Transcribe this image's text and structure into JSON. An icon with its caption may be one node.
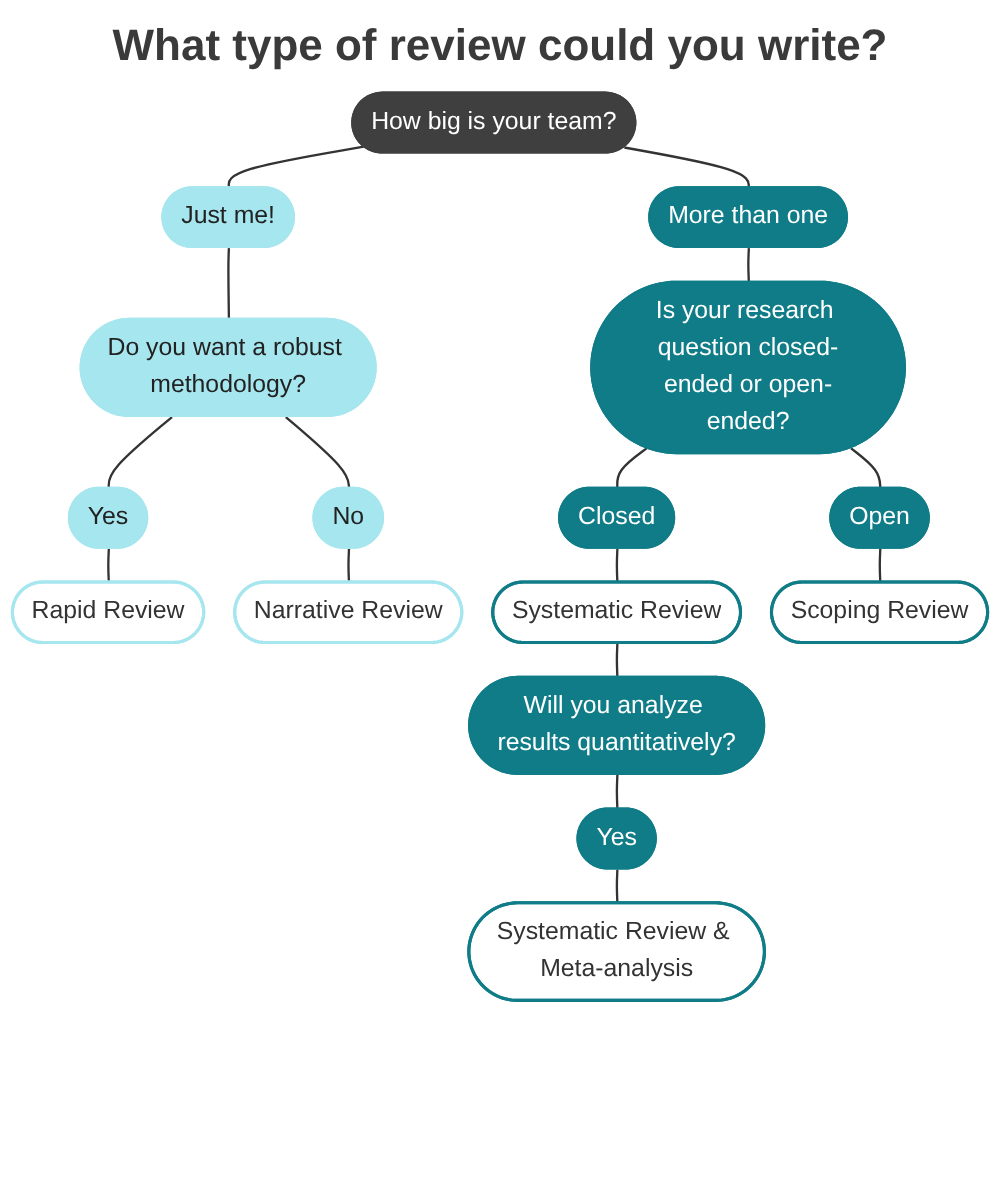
{
  "diagram": {
    "title": "What type of review could you write?",
    "nodes": [
      {
        "text": [
          "How big is your team?"
        ]
      },
      {
        "text": [
          "More than one"
        ]
      },
      {
        "text": [
          "Just me!"
        ]
      },
      {
        "text": [
          "Is your research question closed-ended or open-ended?"
        ]
      },
      {
        "text": [
          "Do you want a robust methodology?"
        ]
      },
      {
        "text": [
          "Closed"
        ]
      },
      {
        "text": [
          "Open"
        ]
      },
      {
        "text": [
          "Yes"
        ]
      },
      {
        "text": [
          "No"
        ]
      },
      {
        "text": [
          "Rapid Review"
        ]
      },
      {
        "text": [
          "Narrative Review"
        ]
      },
      {
        "text": [
          "Systematic Review"
        ]
      },
      {
        "text": [
          "Scoping Review"
        ]
      },
      {
        "text": [
          "Will you analyze results quantitatively?"
        ]
      },
      {
        "text": [
          "Yes"
        ]
      },
      {
        "text": [
          "Systematic Review & Meta-analysis"
        ]
      }
    ],
    "edges": [
      {
        "from": 0,
        "to": 1,
        "arrow": "none"
      },
      {
        "from": 0,
        "to": 2,
        "arrow": "none"
      },
      {
        "from": 1,
        "to": 3,
        "arrow": "none"
      },
      {
        "from": 2,
        "to": 4,
        "arrow": "none"
      },
      {
        "from": 3,
        "to": 5,
        "arrow": "none"
      },
      {
        "from": 3,
        "to": 6,
        "arrow": "none"
      },
      {
        "from": 4,
        "to": 7,
        "arrow": "none"
      },
      {
        "from": 4,
        "to": 8,
        "arrow": "none"
      },
      {
        "from": 7,
        "to": 9,
        "arrow": "none"
      },
      {
        "from": 8,
        "to": 10,
        "arrow": "none"
      },
      {
        "from": 5,
        "to": 11,
        "arrow": "none"
      },
      {
        "from": 6,
        "to": 12,
        "arrow": "none"
      },
      {
        "from": 11,
        "to": 13,
        "arrow": "none"
      },
      {
        "from": 13,
        "to": 14,
        "arrow": "none"
      },
      {
        "from": 14,
        "to": 15,
        "arrow": "none"
      }
    ]
  }
}
